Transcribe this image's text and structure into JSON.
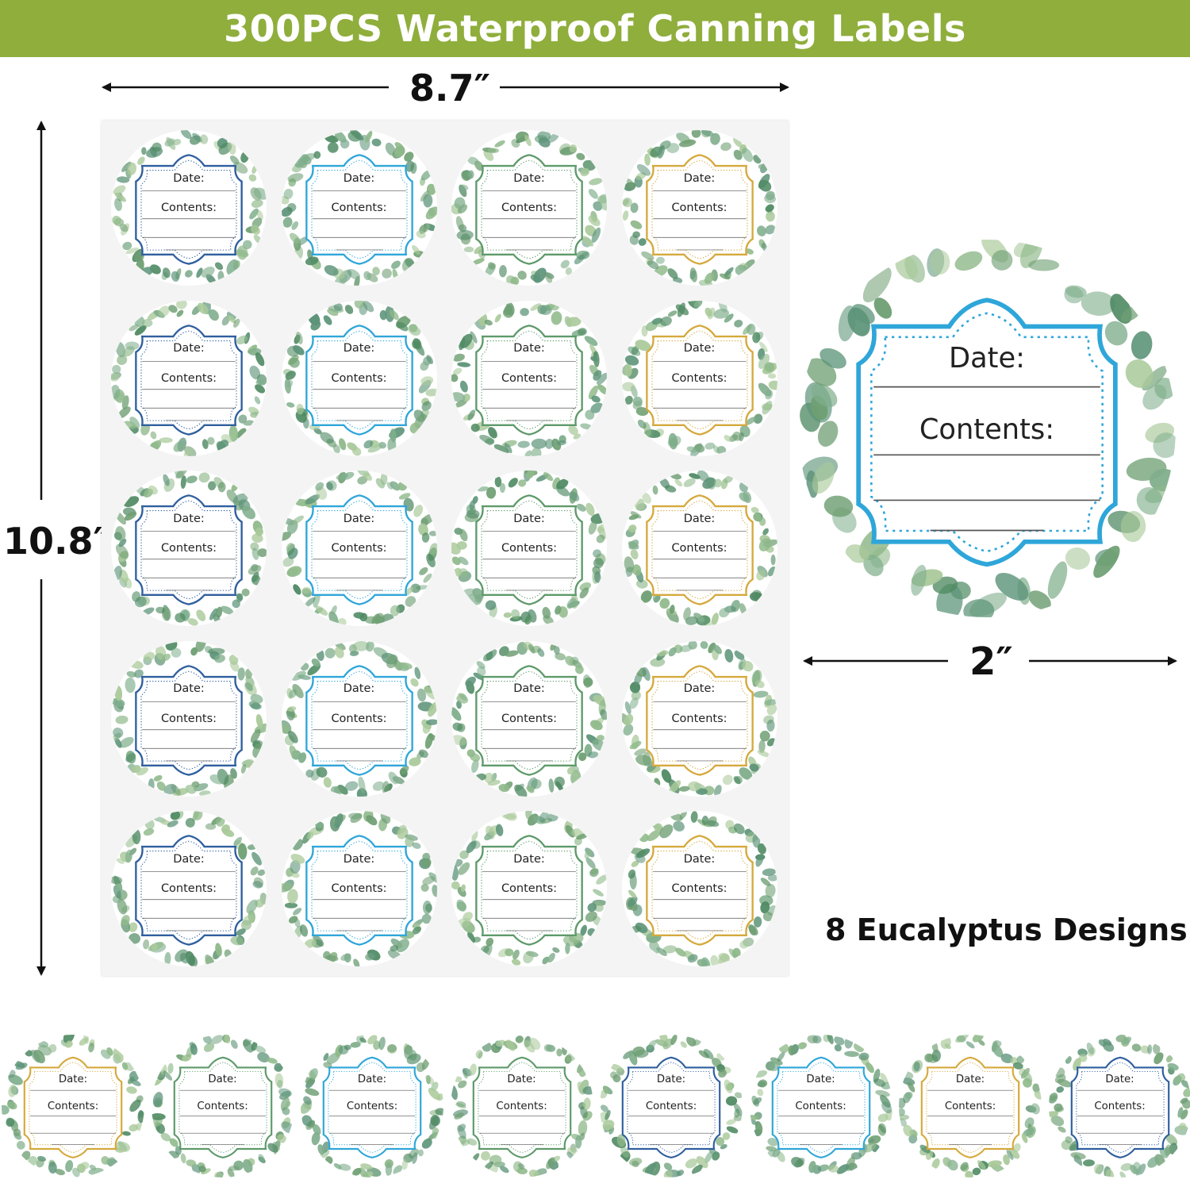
{
  "banner": {
    "title": "300PCS Waterproof Canning Labels",
    "color": "#8fae3c"
  },
  "dimensions": {
    "sheet_width": "8.7″",
    "sheet_height": "10.8″",
    "label_diameter": "2″"
  },
  "label_text": {
    "date": "Date:",
    "contents": "Contents:"
  },
  "frame_colors": {
    "navy": "#2f5f9e",
    "sky": "#2fa6d9",
    "green": "#5e9a6a",
    "gold": "#d5a93d"
  },
  "sheet": {
    "rows": 5,
    "columns": 4,
    "column_frames": [
      "navy",
      "sky",
      "green",
      "gold"
    ]
  },
  "sample_label": {
    "frame": "sky"
  },
  "designs": {
    "caption": "8 Eucalyptus Designs",
    "frames": [
      "gold",
      "green",
      "sky",
      "green",
      "navy",
      "sky",
      "gold",
      "navy"
    ]
  },
  "leaf_colors": [
    "#6f9f73",
    "#8fb98a",
    "#4f8a63",
    "#a9c99a",
    "#5d9479",
    "#7fae8c"
  ]
}
